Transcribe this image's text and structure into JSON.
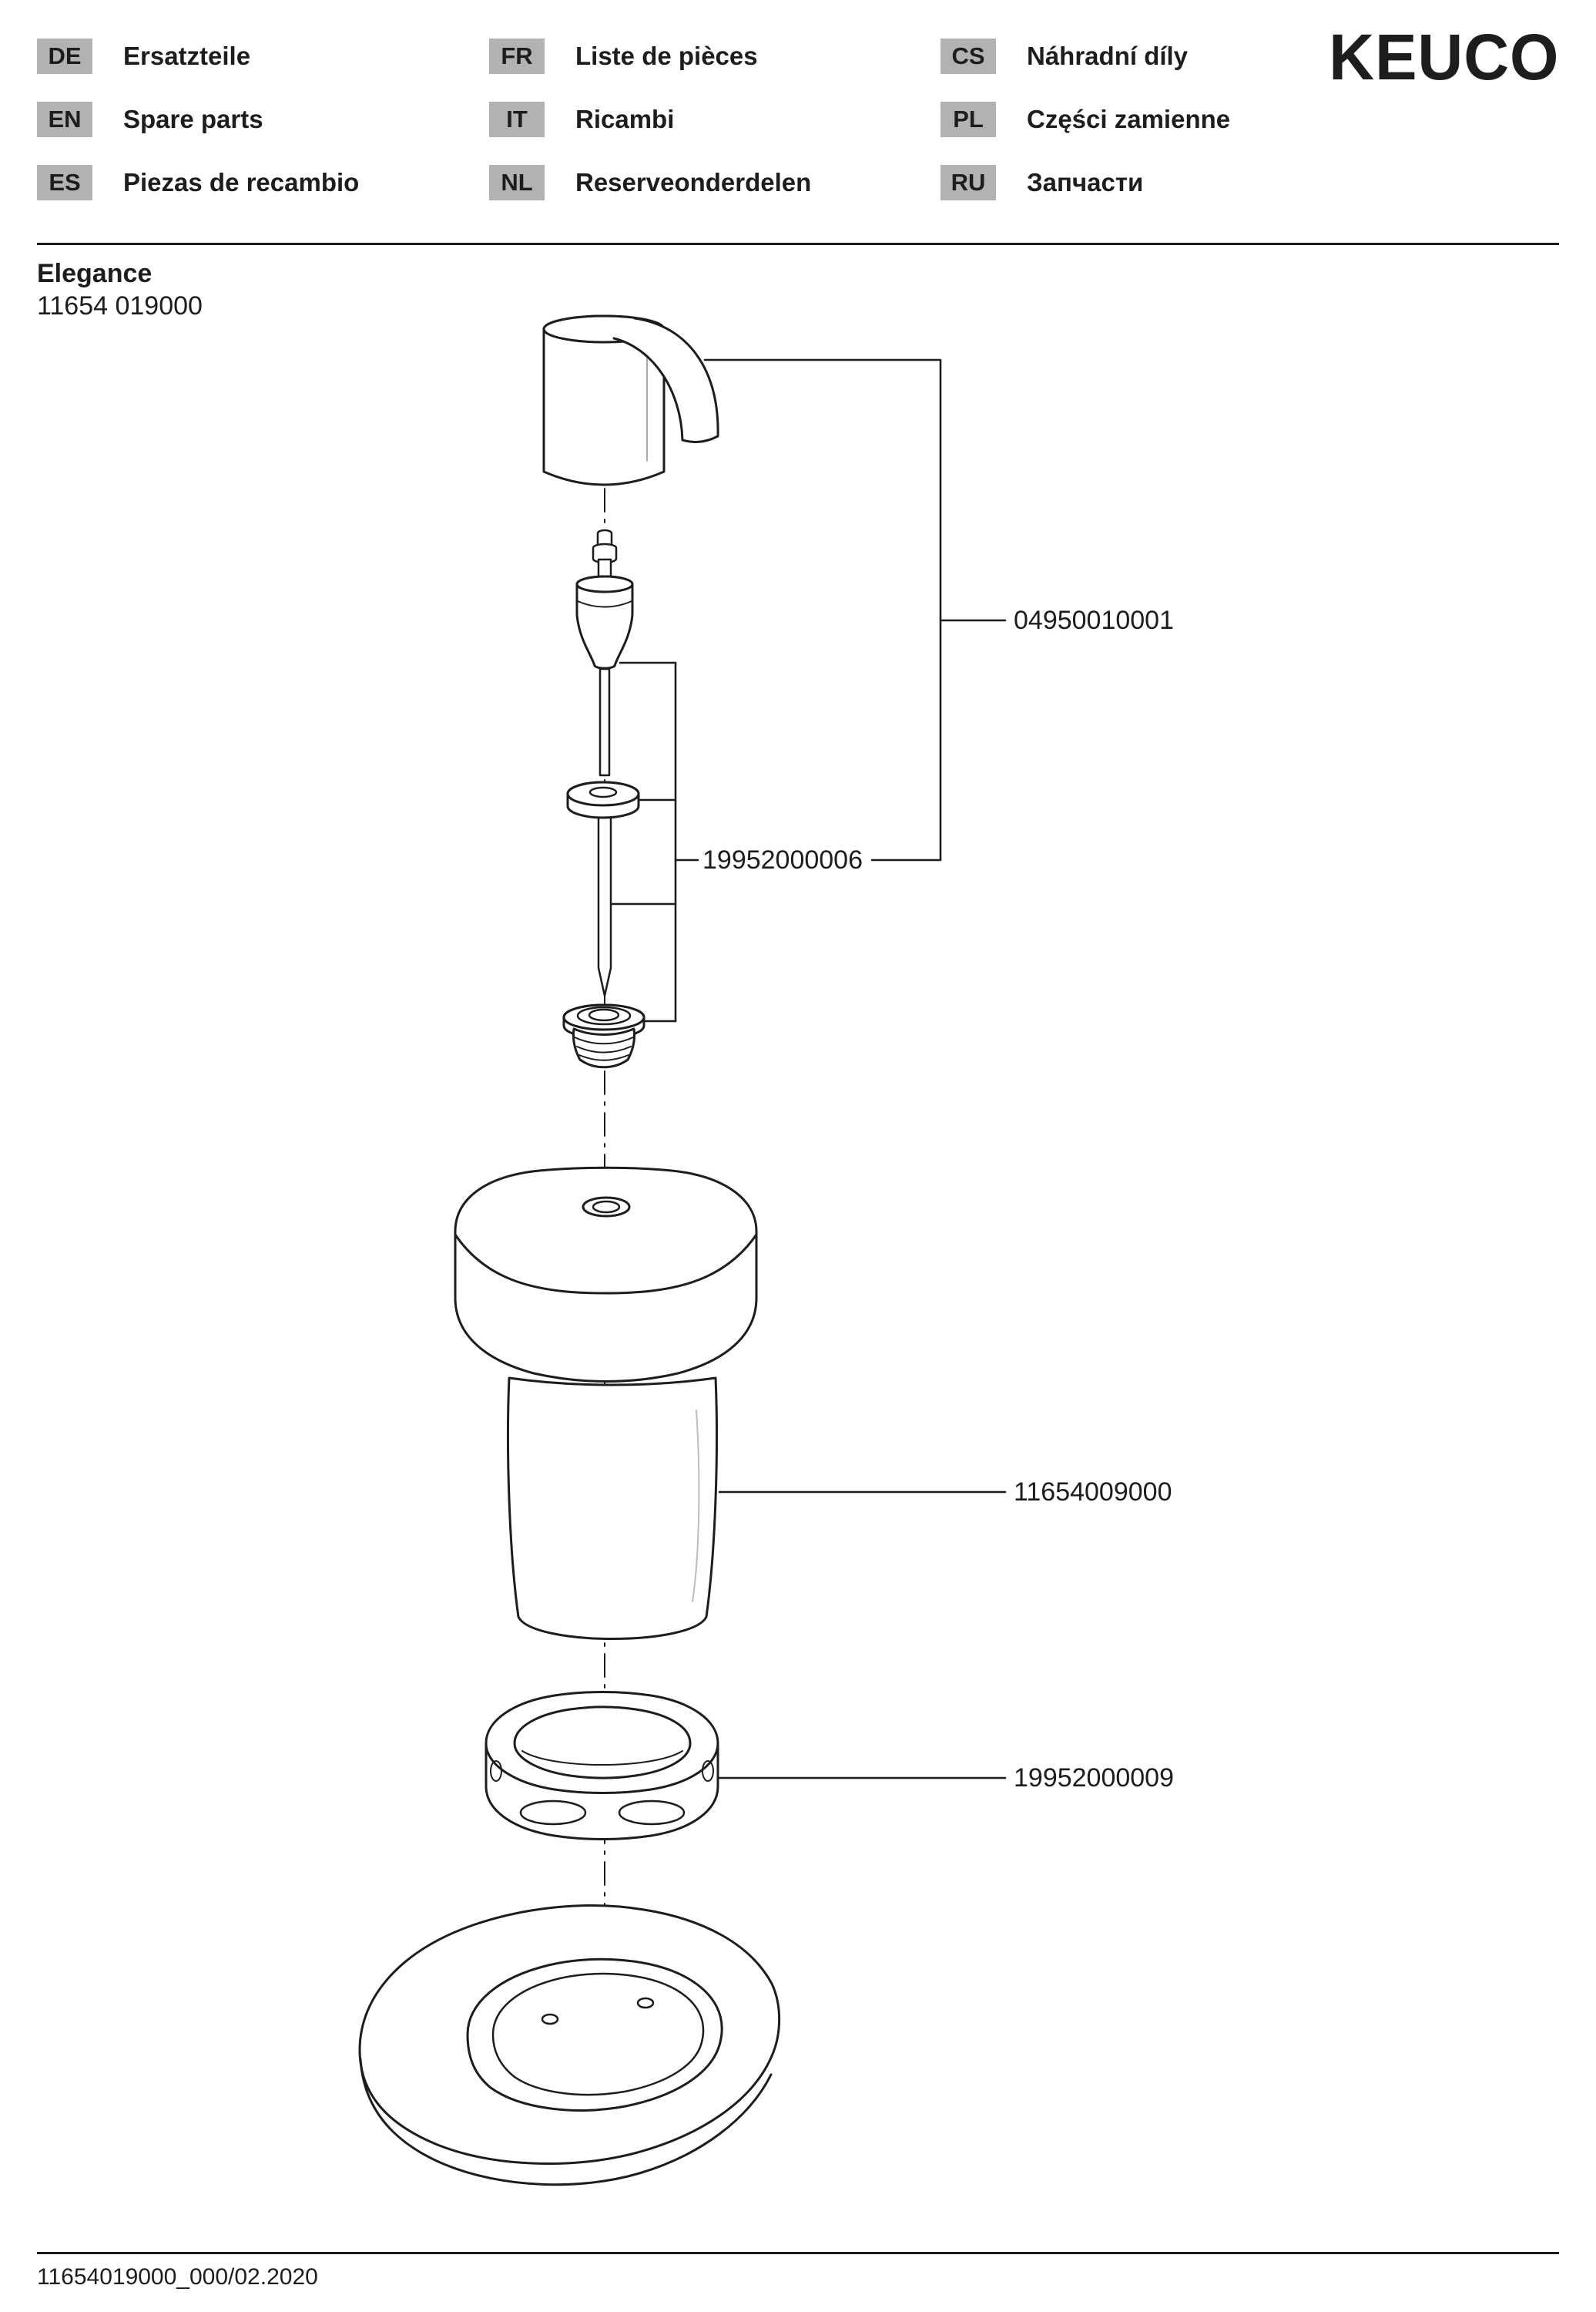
{
  "header": {
    "brand": "KEUCO",
    "languages": [
      {
        "code": "DE",
        "label": "Ersatzteile"
      },
      {
        "code": "EN",
        "label": "Spare parts"
      },
      {
        "code": "ES",
        "label": "Piezas de recambio"
      },
      {
        "code": "FR",
        "label": "Liste de pièces"
      },
      {
        "code": "IT",
        "label": "Ricambi"
      },
      {
        "code": "NL",
        "label": "Reserveonderdelen"
      },
      {
        "code": "CS",
        "label": "Náhradní díly"
      },
      {
        "code": "PL",
        "label": "Części zamienne"
      },
      {
        "code": "RU",
        "label": "Запчасти"
      }
    ]
  },
  "product": {
    "series": "Elegance",
    "number": "11654 019000"
  },
  "diagram": {
    "parts": [
      {
        "id": "04950010001"
      },
      {
        "id": "19952000006"
      },
      {
        "id": "11654009000"
      },
      {
        "id": "19952000009"
      }
    ]
  },
  "footer": {
    "document_code": "11654019000_000/02.2020"
  },
  "colors": {
    "line": "#1d1d1b",
    "badge_bg": "#b2b2b2"
  }
}
